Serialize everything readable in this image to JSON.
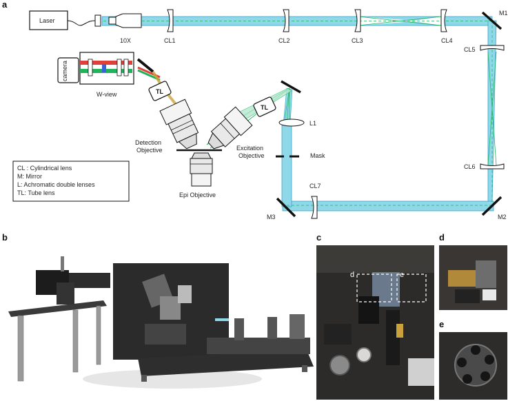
{
  "panels": {
    "a": "a",
    "b": "b",
    "c": "c",
    "d": "d",
    "e": "e"
  },
  "labels": {
    "laser": "Laser",
    "obj10x": "10X",
    "cl1": "CL1",
    "cl2": "CL2",
    "cl3": "CL3",
    "cl4": "CL4",
    "cl5": "CL5",
    "cl6": "CL6",
    "cl7": "CL7",
    "m1": "M1",
    "m2": "M2",
    "m3": "M3",
    "l1": "L1",
    "mask": "Mask",
    "camera": "camera",
    "wview": "W-view",
    "tl": "TL",
    "detection_line1": "Detection",
    "detection_line2": "Objective",
    "excitation_line1": "Excitation",
    "excitation_line2": "Objective",
    "epi": "Epi Objective",
    "photo_d": "d",
    "photo_e": "e"
  },
  "legend": [
    "CL : Cylindrical lens",
    "M: Mirror",
    "L: Achromatic double lenses",
    "TL: Tube lens"
  ],
  "colors": {
    "beam": "#8fd8ea",
    "beam_edge": "#3aa7c4",
    "green": "#1fb35a",
    "red": "#e0403a",
    "blue": "#3a63d8"
  }
}
